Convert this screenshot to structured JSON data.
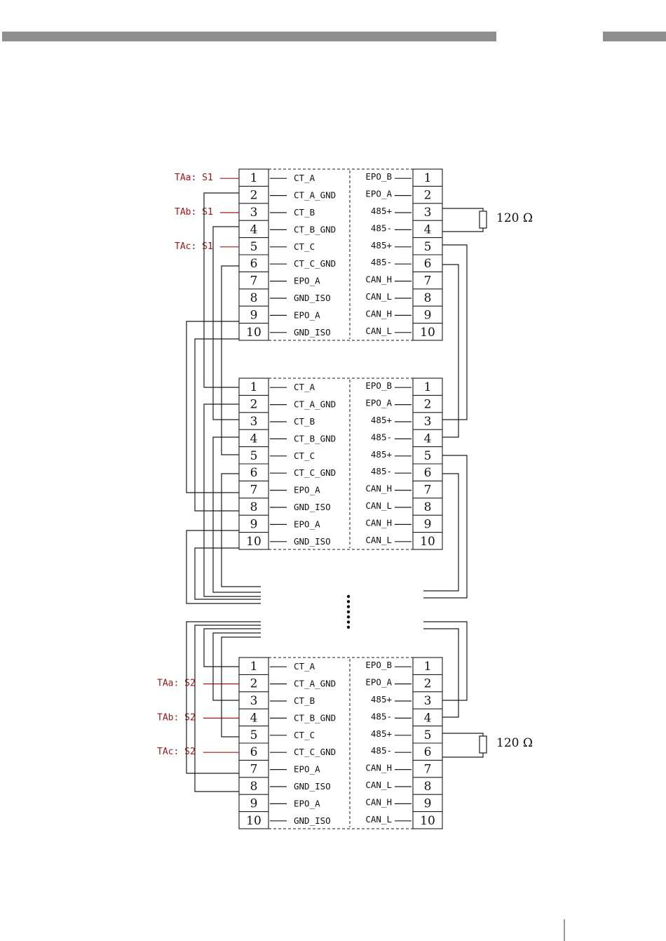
{
  "header_bars": {
    "color": "#8f8f8f"
  },
  "pin_numbers": [
    "1",
    "2",
    "3",
    "4",
    "5",
    "6",
    "7",
    "8",
    "9",
    "10"
  ],
  "left_signals": [
    "CT_A",
    "CT_A_GND",
    "CT_B",
    "CT_B_GND",
    "CT_C",
    "CT_C_GND",
    "EPO_A",
    "GND_ISO",
    "EPO_A",
    "GND_ISO"
  ],
  "right_signals": [
    "EPO_B",
    "EPO_A",
    "485+",
    "485-",
    "485+",
    "485-",
    "CAN_H",
    "CAN_L",
    "CAN_H",
    "CAN_L"
  ],
  "resistor_label": "120 Ω",
  "modules": [
    {
      "ta_labels": [
        {
          "pin_index": 0,
          "text": "TAa: S1"
        },
        {
          "pin_index": 2,
          "text": "TAb: S1"
        },
        {
          "pin_index": 4,
          "text": "TAc: S1"
        }
      ]
    },
    {
      "ta_labels": []
    },
    {
      "ta_labels": [
        {
          "pin_index": 1,
          "text": "TAa: S2"
        },
        {
          "pin_index": 3,
          "text": "TAb: S2"
        },
        {
          "pin_index": 5,
          "text": "TAc: S2"
        }
      ]
    }
  ],
  "ellipsis_dots": 7,
  "colors": {
    "line": "#1a1a1a",
    "ta_label": "#a01818"
  }
}
